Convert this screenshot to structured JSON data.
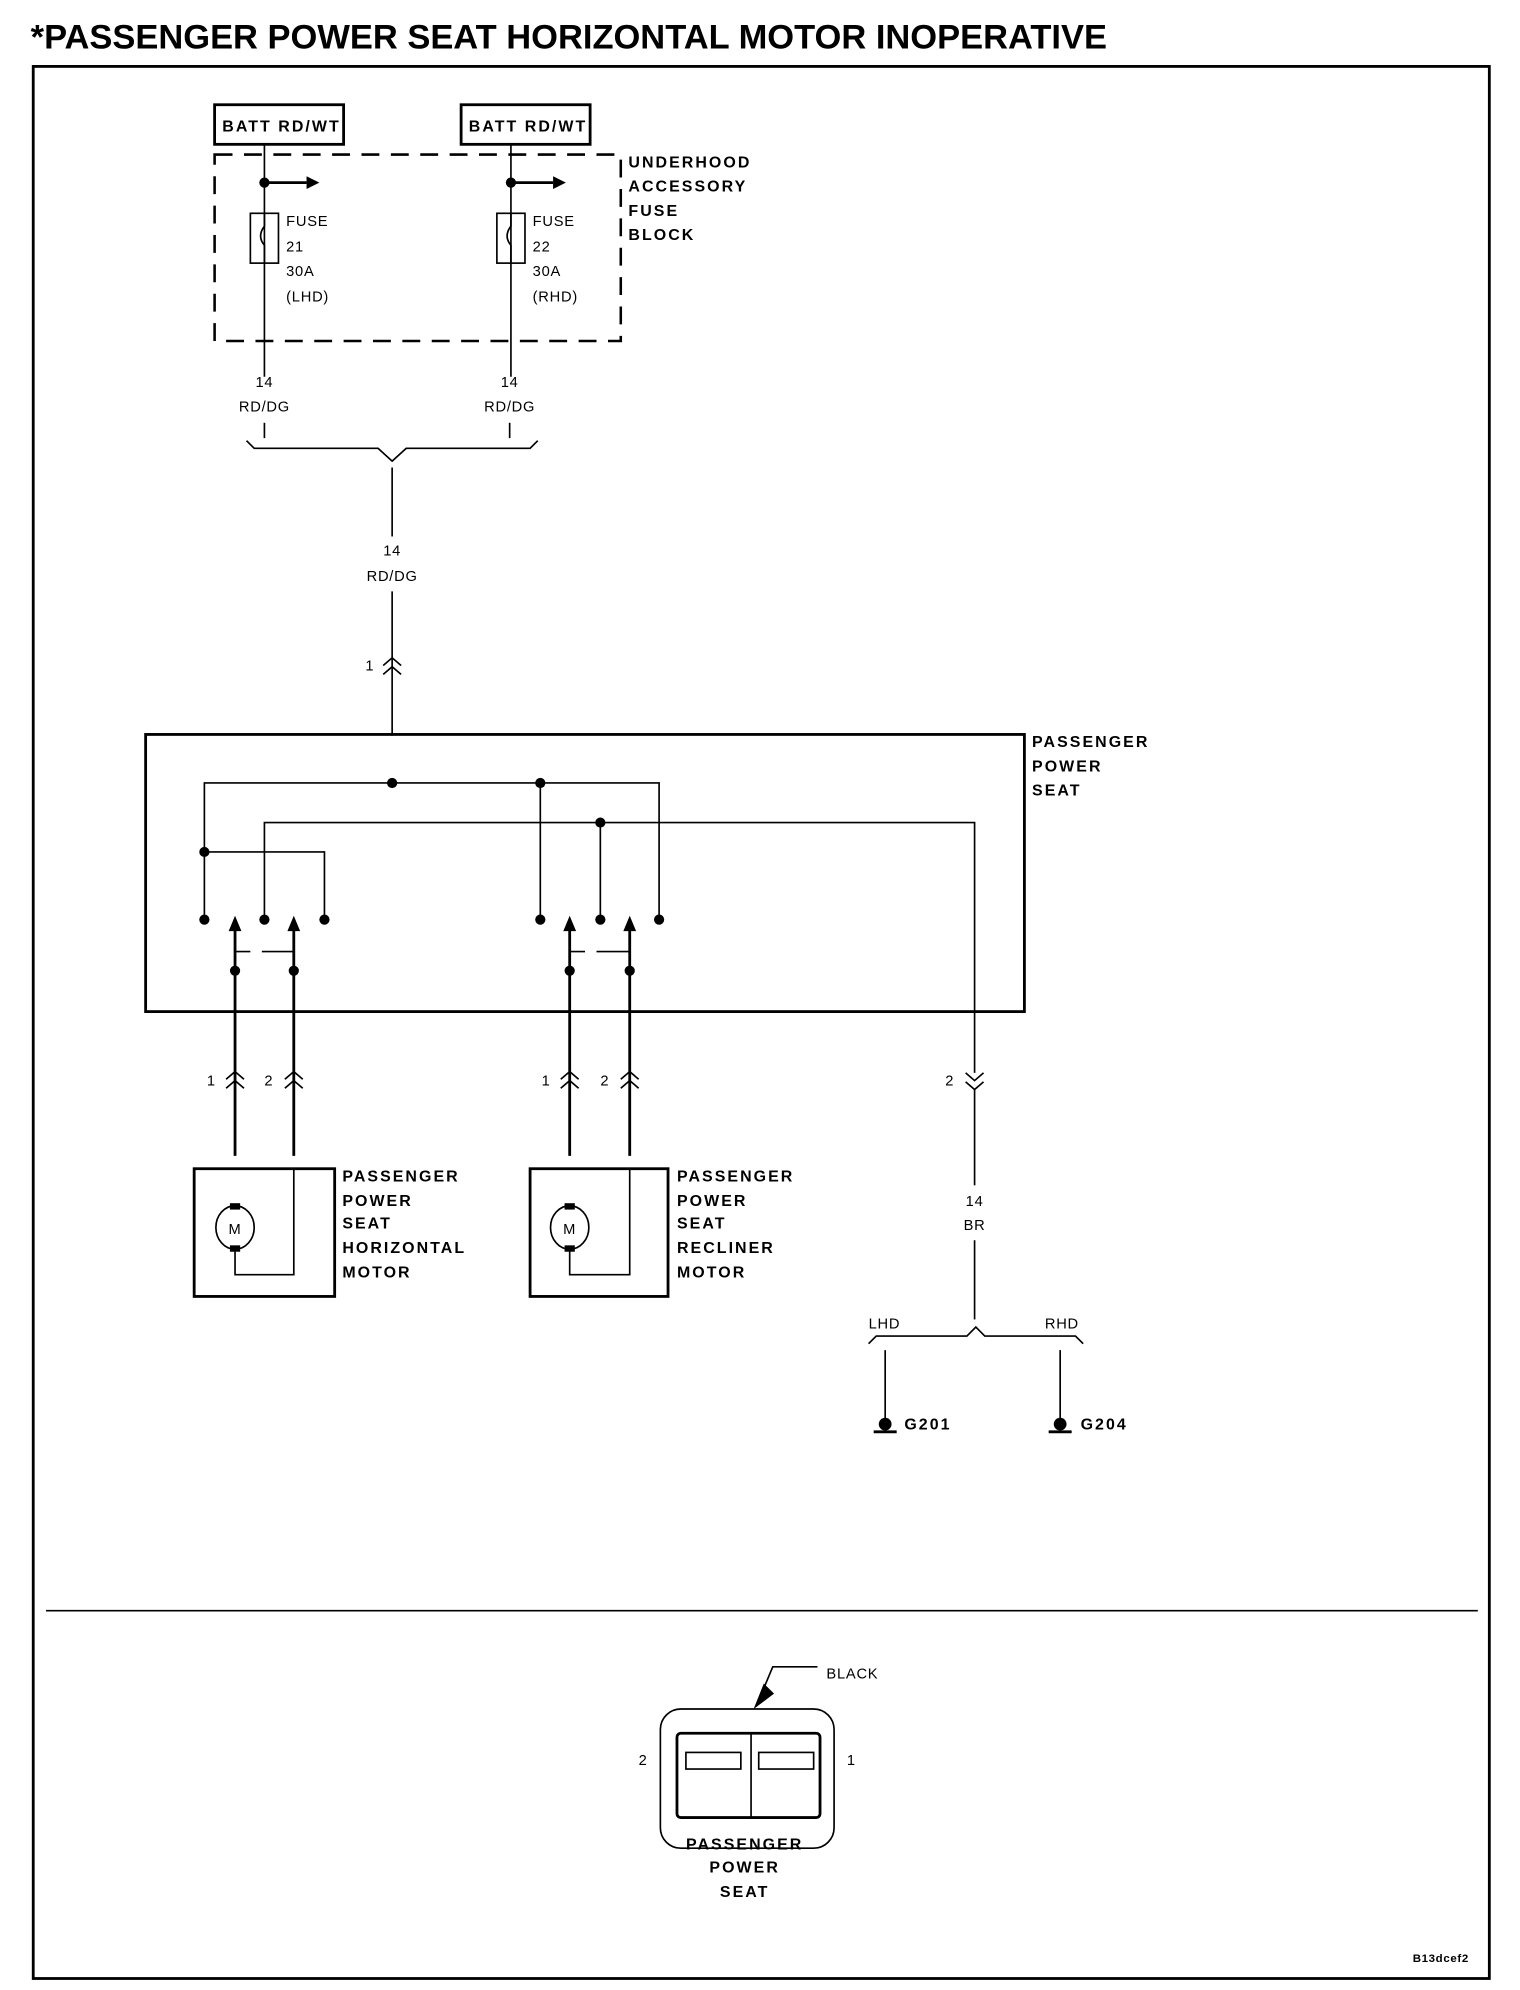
{
  "title": "*PASSENGER POWER SEAT HORIZONTAL MOTOR INOPERATIVE",
  "batt_left": "BATT RD/WT",
  "batt_right": "BATT RD/WT",
  "fuse_block": [
    "UNDERHOOD",
    "ACCESSORY",
    "FUSE",
    "BLOCK"
  ],
  "fuse21": [
    "FUSE",
    "21",
    "30A",
    "(LHD)"
  ],
  "fuse22": [
    "FUSE",
    "22",
    "30A",
    "(RHD)"
  ],
  "wire_left": {
    "gauge": "14",
    "color": "RD/DG"
  },
  "wire_right": {
    "gauge": "14",
    "color": "RD/DG"
  },
  "wire_main": {
    "gauge": "14",
    "color": "RD/DG"
  },
  "pin_in": "1",
  "seat_switch": [
    "PASSENGER",
    "POWER",
    "SEAT"
  ],
  "h_motor_pins": [
    "1",
    "2"
  ],
  "r_motor_pins": [
    "1",
    "2"
  ],
  "ground_pin": "2",
  "h_motor": [
    "PASSENGER",
    "POWER",
    "SEAT",
    "HORIZONTAL",
    "MOTOR"
  ],
  "r_motor": [
    "PASSENGER",
    "POWER",
    "SEAT",
    "RECLINER",
    "MOTOR"
  ],
  "motor_symbol": "M",
  "wire_ground": {
    "gauge": "14",
    "color": "BR"
  },
  "lhd": "LHD",
  "rhd": "RHD",
  "g201": "G201",
  "g204": "G204",
  "connector": {
    "color_label": "BLACK",
    "pin_left": "2",
    "pin_right": "1",
    "name": [
      "PASSENGER",
      "POWER",
      "SEAT"
    ]
  },
  "figure_id": "B13dcef2"
}
